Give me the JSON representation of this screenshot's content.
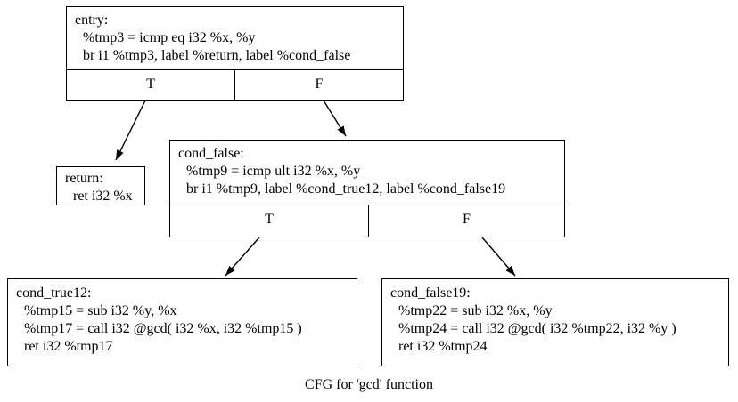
{
  "diagram": {
    "caption": "CFG for 'gcd' function",
    "background_color": "#ffffff",
    "line_color": "#000000",
    "nodes": {
      "entry": {
        "label": "entry",
        "lines": [
          "entry:",
          " %tmp3 = icmp eq i32 %x, %y",
          " br i1 %tmp3, label %return, label %cond_false"
        ],
        "ports": {
          "true_label": "T",
          "false_label": "F"
        }
      },
      "return": {
        "label": "return",
        "lines": [
          "return:",
          " ret i32 %x"
        ]
      },
      "cond_false": {
        "label": "cond_false",
        "lines": [
          "cond_false:",
          " %tmp9 = icmp ult i32 %x, %y",
          " br i1 %tmp9, label %cond_true12, label %cond_false19"
        ],
        "ports": {
          "true_label": "T",
          "false_label": "F"
        }
      },
      "cond_true12": {
        "label": "cond_true12",
        "lines": [
          "cond_true12:",
          " %tmp15 = sub i32 %y, %x",
          " %tmp17 = call i32 @gcd( i32 %x, i32 %tmp15 )",
          " ret i32 %tmp17"
        ]
      },
      "cond_false19": {
        "label": "cond_false19",
        "lines": [
          "cond_false19:",
          " %tmp22 = sub i32 %x, %y",
          " %tmp24 = call i32 @gcd( i32 %tmp22, i32 %y )",
          " ret i32 %tmp24"
        ]
      }
    },
    "edges": [
      {
        "from": "entry",
        "port": "T",
        "to": "return"
      },
      {
        "from": "entry",
        "port": "F",
        "to": "cond_false"
      },
      {
        "from": "cond_false",
        "port": "T",
        "to": "cond_true12"
      },
      {
        "from": "cond_false",
        "port": "F",
        "to": "cond_false19"
      }
    ]
  }
}
